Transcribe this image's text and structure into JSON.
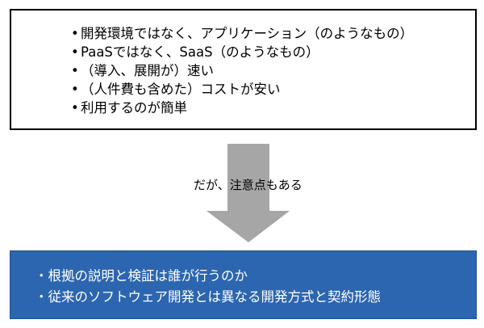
{
  "advantages": {
    "bullet": "•",
    "items": [
      "開発環境ではなく、アプリケーション（のようなもの）",
      "PaaSではなく、SaaS（のようなもの）",
      "（導入、展開が）速い",
      "（人件費も含めた）コストが安い",
      "利用するのが簡単"
    ]
  },
  "transition": {
    "label": "だが、注意点もある",
    "arrow_color": "#a6a6a6"
  },
  "cautions": {
    "bullet": "・",
    "box_color": "#2c66b0",
    "items": [
      "根拠の説明と検証は誰が行うのか",
      "従来のソフトウェア開発とは異なる開発方式と契約形態"
    ]
  }
}
